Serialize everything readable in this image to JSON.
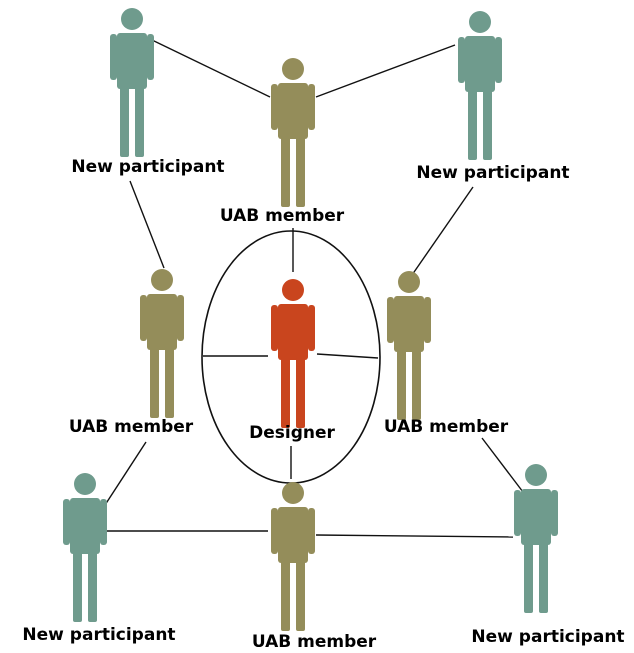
{
  "colors": {
    "participant": "#6f9b8d",
    "uab_member": "#948d5a",
    "designer": "#c9451e",
    "line": "#111111",
    "background": "#ffffff"
  },
  "labels": {
    "participant_top_left": "New participant",
    "participant_top_right": "New participant",
    "participant_bottom_left": "New participant",
    "participant_bottom_right": "New participant",
    "uab_top": "UAB member",
    "uab_left": "UAB member",
    "uab_right": "UAB member",
    "uab_bottom": "UAB member",
    "designer": "Designer"
  }
}
